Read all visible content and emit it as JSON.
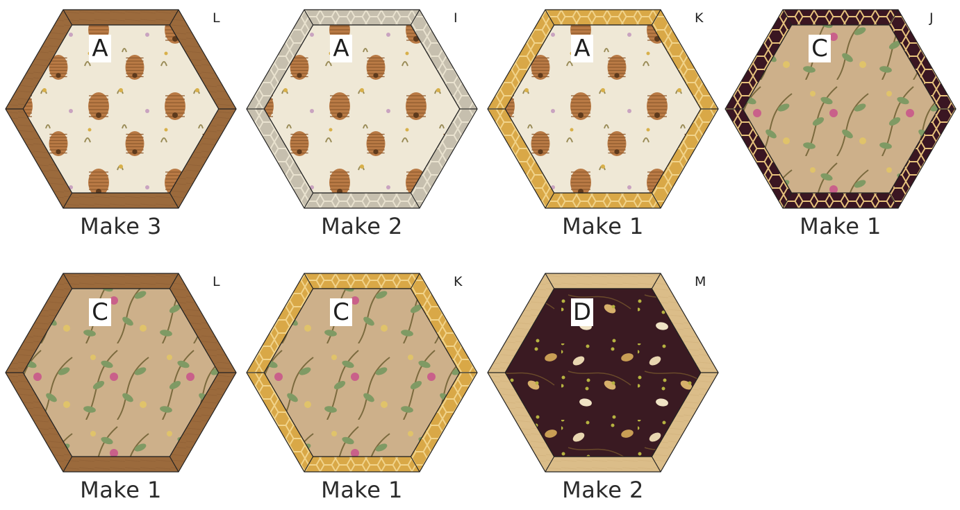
{
  "fabrics": {
    "A": {
      "type": "beehives",
      "bg": "#efe8d6"
    },
    "C": {
      "type": "honeysuckle",
      "bg": "#cdb08a"
    },
    "D": {
      "type": "leaves-dark",
      "bg": "#3a1a22"
    }
  },
  "borders": {
    "L": {
      "type": "solid",
      "color": "#9b6a3c",
      "dark": "#7f532c"
    },
    "I": {
      "type": "honeycomb",
      "color": "#c6bfae",
      "line": "#e9e2cf"
    },
    "K": {
      "type": "honeycomb",
      "color": "#d9a847",
      "line": "#f1d38a"
    },
    "J": {
      "type": "honeycomb",
      "color": "#3a1622",
      "line": "#e7c27c"
    },
    "M": {
      "type": "solid",
      "color": "#dbbd89",
      "dark": "#c7a670"
    }
  },
  "tiles": [
    {
      "fabric": "A",
      "border": "L",
      "caption": "Make 3"
    },
    {
      "fabric": "A",
      "border": "I",
      "caption": "Make 2"
    },
    {
      "fabric": "A",
      "border": "K",
      "caption": "Make 1"
    },
    {
      "fabric": "C",
      "border": "J",
      "caption": "Make 1"
    },
    {
      "fabric": "C",
      "border": "L",
      "caption": "Make 1"
    },
    {
      "fabric": "C",
      "border": "K",
      "caption": "Make 1"
    },
    {
      "fabric": "D",
      "border": "M",
      "caption": "Make 2"
    }
  ]
}
